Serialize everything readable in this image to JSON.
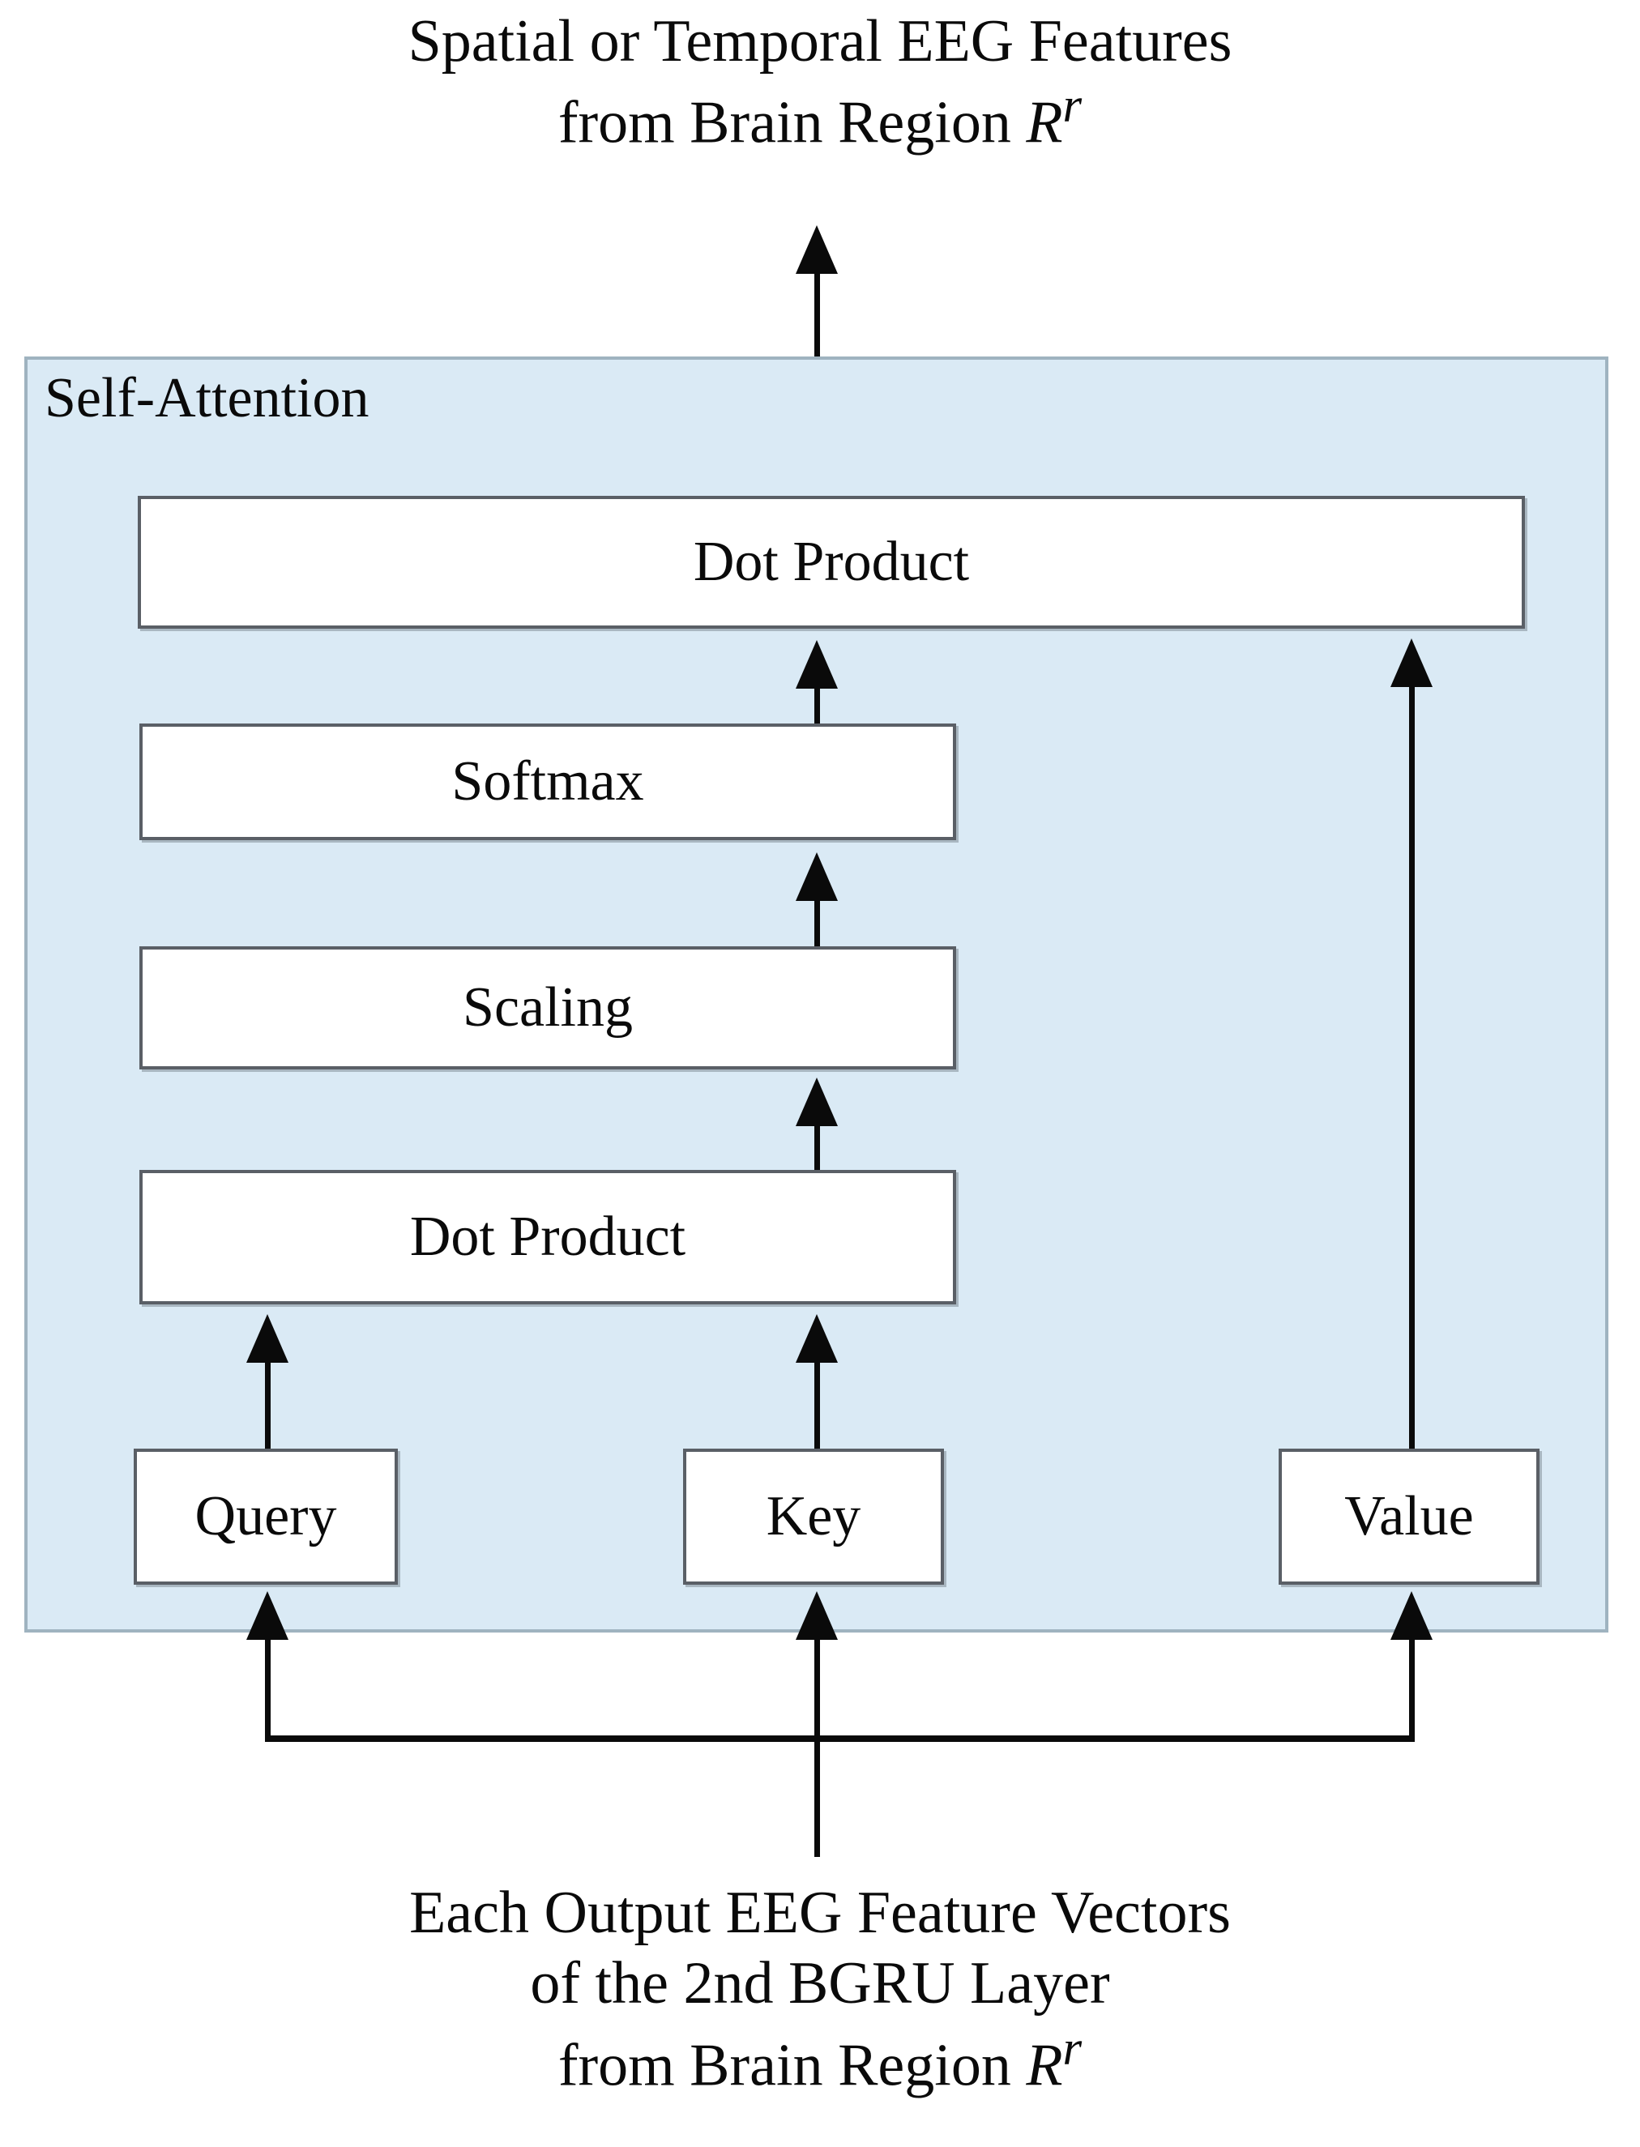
{
  "diagram": {
    "title_top": {
      "line1": "Spatial or Temporal EEG Features",
      "line2_prefix": "from Brain Region ",
      "line2_var": "R",
      "line2_sup": "r"
    },
    "title_bottom": {
      "line1": "Each Output EEG Feature Vectors",
      "line2": "of the 2nd BGRU Layer",
      "line3_prefix": "from Brain Region ",
      "line3_var": "R",
      "line3_sup": "r"
    },
    "container": {
      "label": "Self-Attention",
      "fill_color": "#daeaf5",
      "border_color": "#9fb3c0"
    },
    "nodes": {
      "dot_product_top": "Dot Product",
      "softmax": "Softmax",
      "scaling": "Scaling",
      "dot_product_bottom": "Dot Product",
      "query": "Query",
      "key": "Key",
      "value": "Value"
    },
    "colors": {
      "node_fill": "#ffffff",
      "node_border": "#5a5f66",
      "arrow": "#0a0a0a",
      "text": "#0a0a0a",
      "page_background": "#ffffff"
    }
  }
}
